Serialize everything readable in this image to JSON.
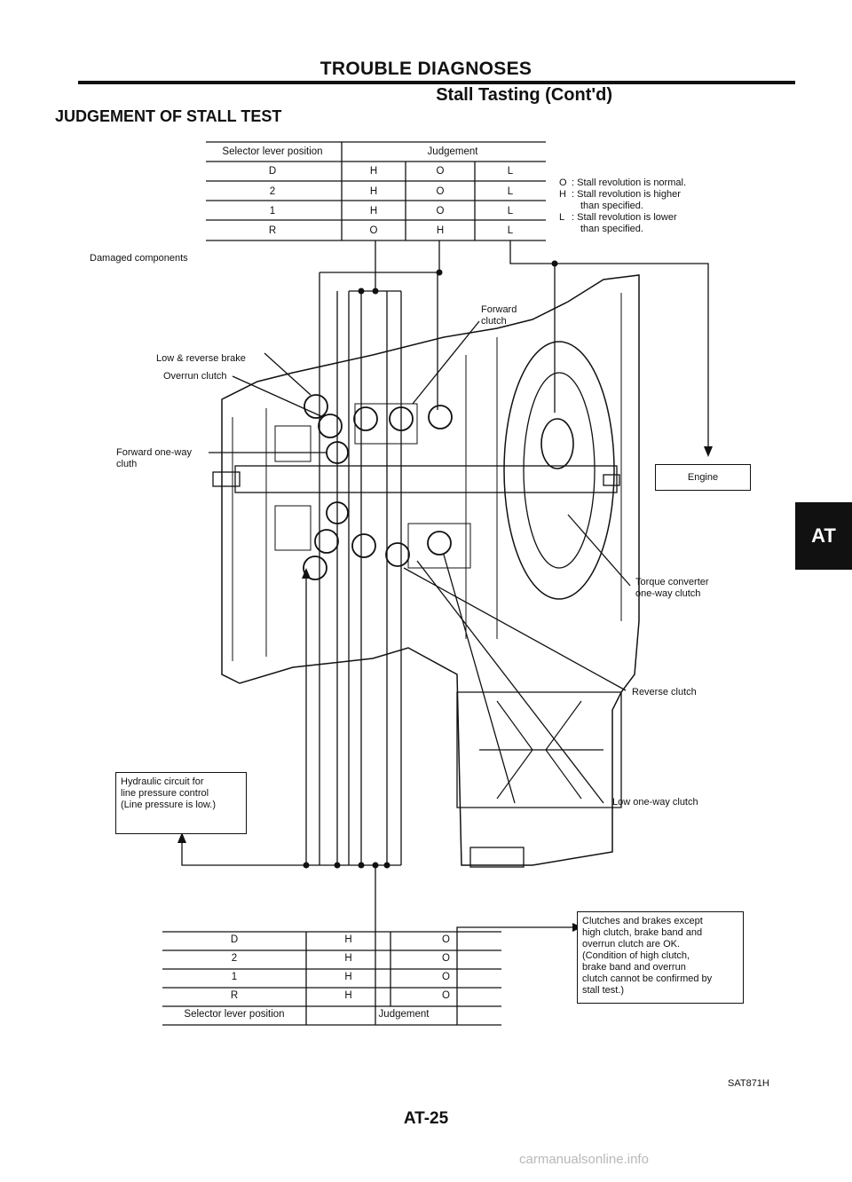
{
  "header": {
    "title": "TROUBLE DIAGNOSES",
    "subtitle": "Stall Tasting (Cont'd)",
    "section": "JUDGEMENT OF STALL TEST"
  },
  "top_table": {
    "col_header_position": "Selector lever position",
    "col_header_judgement": "Judgement",
    "rows": [
      {
        "position": "D",
        "values": [
          "H",
          "O",
          "L"
        ]
      },
      {
        "position": "2",
        "values": [
          "H",
          "O",
          "L"
        ]
      },
      {
        "position": "1",
        "values": [
          "H",
          "O",
          "L"
        ]
      },
      {
        "position": "R",
        "values": [
          "O",
          "H",
          "L"
        ]
      }
    ]
  },
  "legend": [
    {
      "symbol": "O",
      "text": ": Stall revolution is normal."
    },
    {
      "symbol": "H",
      "text": ": Stall revolution is higher",
      "text2": "than specified."
    },
    {
      "symbol": "L",
      "text": ": Stall revolution is lower",
      "text2": "than specified."
    }
  ],
  "damaged_components_label": "Damaged components",
  "component_labels": {
    "forward_clutch": "Forward\nclutch",
    "low_reverse_brake": "Low & reverse brake",
    "overrun_clutch": "Overrun clutch",
    "forward_one_way": "Forward one-way\ncluth",
    "engine": "Engine",
    "torque_converter": "Torque converter\none-way clutch",
    "reverse_clutch": "Reverse clutch",
    "low_one_way": "Low one-way clutch",
    "hydraulic_box": "Hydraulic circuit for\nline pressure control\n(Line pressure is low.)",
    "clutches_box": "Clutches and brakes except\nhigh clutch, brake band and\noverrun clutch are OK.\n(Condition of high clutch,\nbrake band and overrun\nclutch cannot be confirmed by\nstall test.)"
  },
  "bottom_table": {
    "rows": [
      {
        "position": "D",
        "values": [
          "H",
          "O"
        ]
      },
      {
        "position": "2",
        "values": [
          "H",
          "O"
        ]
      },
      {
        "position": "1",
        "values": [
          "H",
          "O"
        ]
      },
      {
        "position": "R",
        "values": [
          "H",
          "O"
        ]
      }
    ],
    "col_footer_position": "Selector lever position",
    "col_footer_judgement": "Judgement"
  },
  "side_tab": "AT",
  "figure_code": "SAT871H",
  "page_number": "AT-25",
  "watermark": "carmanualsonline.info"
}
